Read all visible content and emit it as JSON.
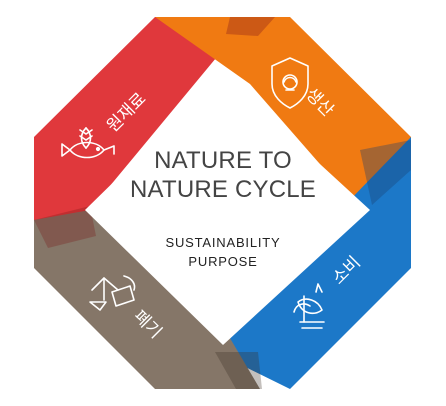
{
  "center": {
    "title_line1": "NATURE TO",
    "title_line2": "NATURE CYCLE",
    "subtitle_line1": "SUSTAINABILITY",
    "subtitle_line2": "PURPOSE"
  },
  "segments": [
    {
      "label": "원재료",
      "color": "#e0383c",
      "icon": "plant-and-fish-icon"
    },
    {
      "label": "생산",
      "color": "#f07a12",
      "icon": "shield-leaf-icon"
    },
    {
      "label": "소비",
      "color": "#1c78c8",
      "icon": "plant-sprout-icon"
    },
    {
      "label": "폐기",
      "color": "#857668",
      "icon": "recycle-bin-icon"
    }
  ]
}
